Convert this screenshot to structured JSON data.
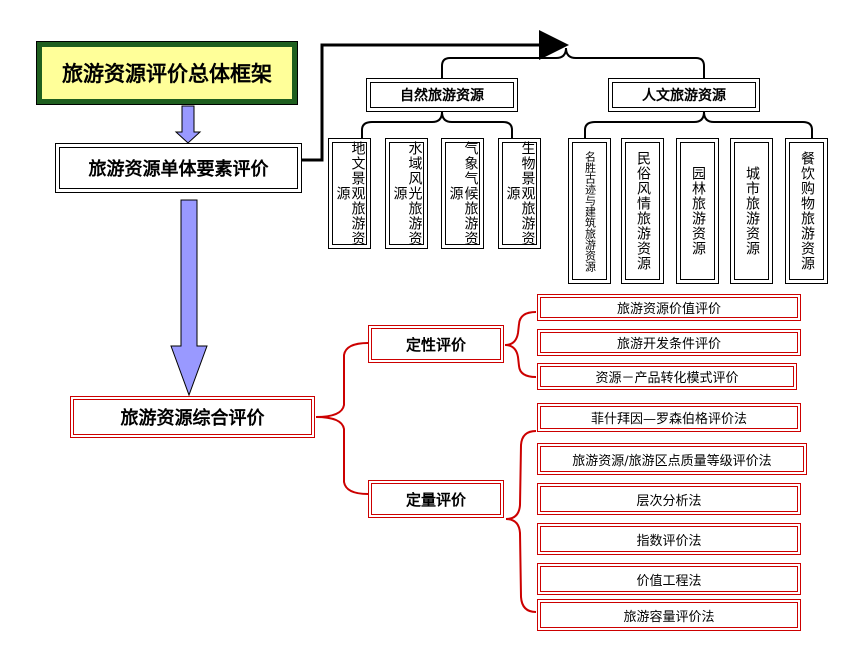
{
  "title": "旅游资源评价总体框架",
  "single_eval": "旅游资源单体要素评价",
  "comprehensive_eval": "旅游资源综合评价",
  "natural": {
    "label": "自然旅游资源",
    "items": [
      "地文景观旅游资源",
      "水域风光旅游资源",
      "气象气候旅游资源",
      "生物景观旅游资源"
    ]
  },
  "cultural": {
    "label": "人文旅游资源",
    "items": [
      "名胜古迹与建筑旅游资源",
      "民俗风情旅游资源",
      "园林旅游资源",
      "城市旅游资源",
      "餐饮购物旅游资源"
    ]
  },
  "qualitative": {
    "label": "定性评价",
    "items": [
      "旅游资源价值评价",
      "旅游开发条件评价",
      "资源－产品转化模式评价"
    ]
  },
  "quantitative": {
    "label": "定量评价",
    "items": [
      "菲什拜因—罗森伯格评价法",
      "旅游资源/旅游区点质量等级评价法",
      "层次分析法",
      "指数评价法",
      "价值工程法",
      "旅游容量评价法"
    ]
  },
  "colors": {
    "title_fill": "#ffff99",
    "title_border": "#1f5f1f",
    "red_border": "#cc0000",
    "arrow_fill": "#9999ff"
  }
}
